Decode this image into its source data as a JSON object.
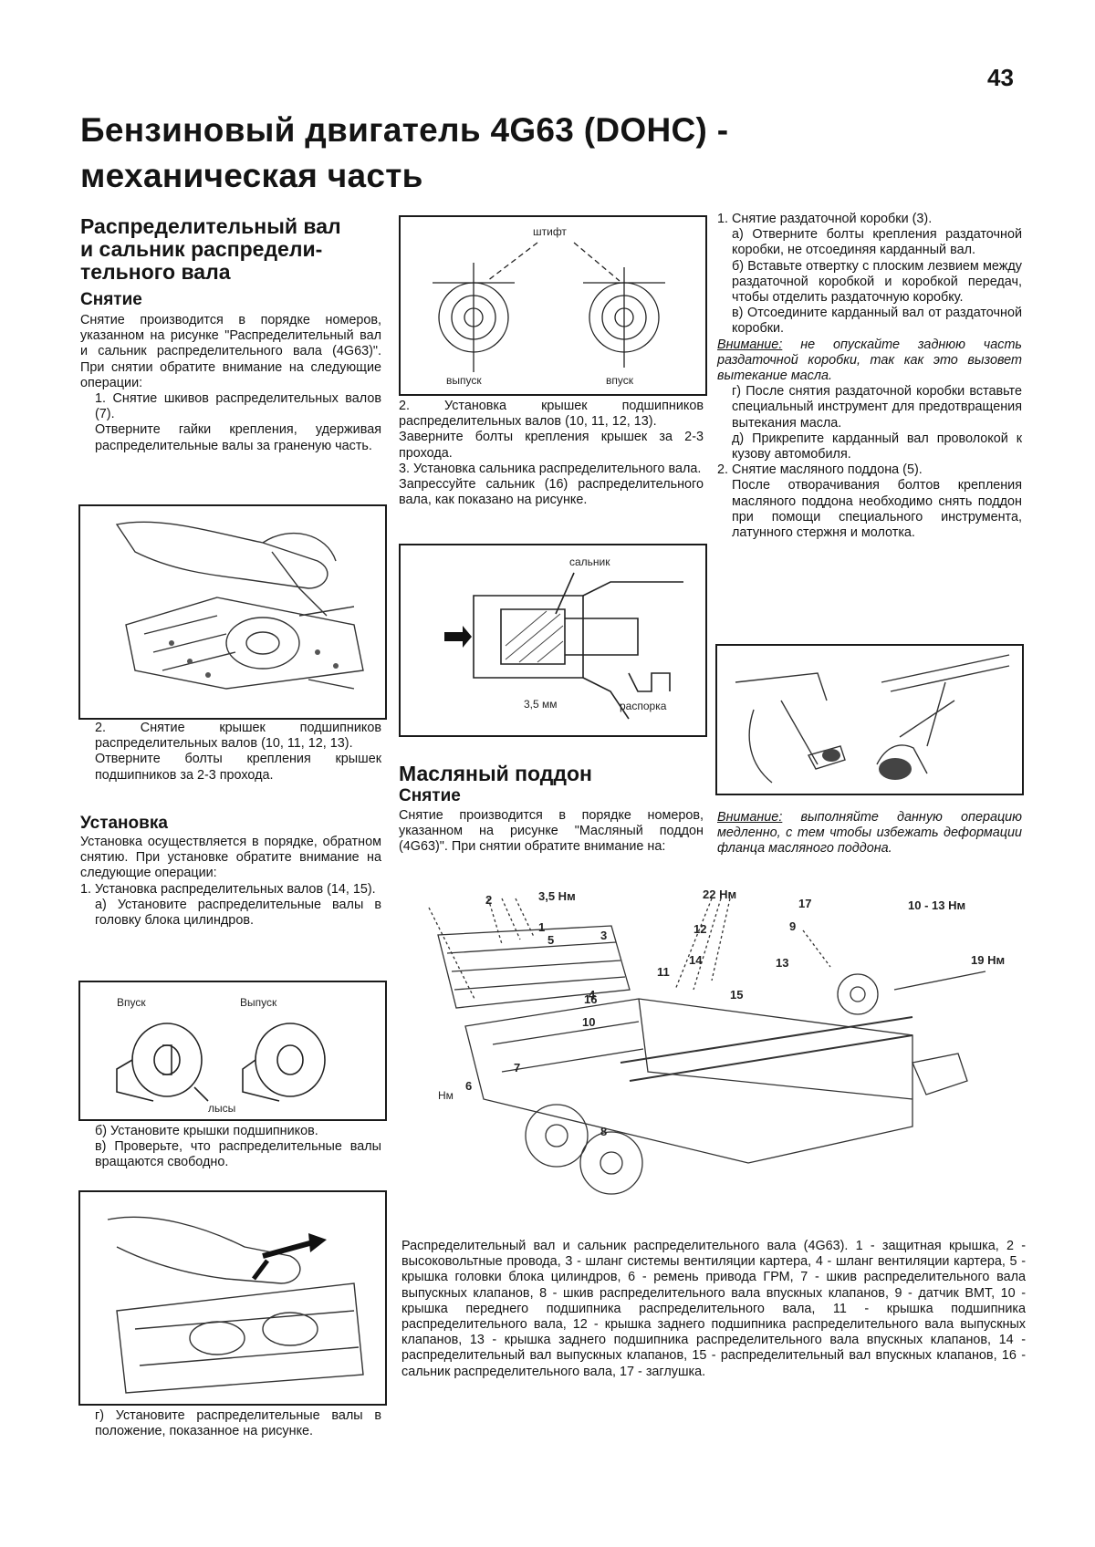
{
  "page_number": "43",
  "title_line1": "Бензиновый двигатель 4G63 (DOHC) -",
  "title_line2": "механическая часть",
  "col1": {
    "heading": [
      "Распределительный вал",
      "и сальник распредели-",
      "тельного вала"
    ],
    "removal_heading": "Снятие",
    "removal_intro": "Снятие производится в порядке номеров, указанном на рисунке \"Распределительный вал и сальник распределительного вала (4G63)\". При снятии обратите внимание на следующие операции:",
    "step1_title": "1. Снятие шкивов распределительных валов (7).",
    "step1_text": "Отверните гайки крепления, удерживая распределительные валы за граненую часть.",
    "step2_title": "2. Снятие крышек подшипников распределительных валов (10, 11, 12, 13).",
    "step2_text": "Отверните болты крепления крышек подшипников за 2-3 прохода.",
    "install_heading": "Установка",
    "install_intro": "Установка осуществляется в порядке, обратном снятию. При установке обратите внимание на следующие операции:",
    "inst1_title": "1. Установка распределительных валов (14, 15).",
    "inst1_a": "а) Установите распределительные валы в головку блока цилиндров.",
    "inst1_b": "б) Установите крышки подшипников.",
    "inst1_v": "в) Проверьте, что распределительные валы вращаются свободно.",
    "inst1_g": "г) Установите распределительные валы в положение, показанное на рисунке."
  },
  "col2": {
    "fig_labels": {
      "pin": "штифт",
      "exhaust": "выпуск",
      "intake": "впуск",
      "seal": "сальник",
      "spacer": "распорка",
      "mm": "3,5 мм"
    },
    "inst2_title": "2. Установка крышек подшипников распределительных валов (10, 11, 12, 13).",
    "inst2_text": "Заверните болты крепления крышек за 2-3 прохода.",
    "inst3_title": "3. Установка сальника распределительного вала.",
    "inst3_text": "Запрессуйте сальник (16) распределительного вала, как показано на рисунке.",
    "oilpan_heading": "Масляный поддон",
    "oilpan_removal": "Снятие",
    "oilpan_intro": "Снятие производится в порядке номеров, указанном на рисунке \"Масляный поддон (4G63)\". При снятии обратите внимание на:"
  },
  "col3": {
    "t1": "1. Снятие раздаточной коробки (3).",
    "t1_a": "а) Отверните болты крепления раздаточной коробки, не отсоединяя карданный вал.",
    "t1_b": "б) Вставьте отвертку с плоским лезвием между раздаточной коробкой и коробкой передач, чтобы отделить раздаточную коробку.",
    "t1_v": "в) Отсоедините карданный вал от раздаточной коробки.",
    "warn1_label": "Внимание:",
    "warn1_text": "не опускайте заднюю часть раздаточной коробки, так как это вызовет вытекание масла.",
    "t1_g": "г) После снятия раздаточной коробки вставьте специальный инструмент для предотвращения вытекания масла.",
    "t1_d": "д) Прикрепите карданный вал проволокой к кузову автомобиля.",
    "t2": "2. Снятие масляного поддона (5).",
    "t2_text": "После отворачивания болтов крепления масляного поддона необходимо снять поддон при помощи специального инструмента, латунного стержня и молотка.",
    "warn2_label": "Внимание:",
    "warn2_text": "выполняйте данную операцию медленно, с тем чтобы избежать деформации фланца масляного поддона."
  },
  "exploded": {
    "labels": [
      "3,5 Нм",
      "22 Нм",
      "10 - 13 Нм",
      "19 Нм",
      "Нм",
      "1",
      "2",
      "3",
      "4",
      "5",
      "6",
      "7",
      "8",
      "9",
      "10",
      "11",
      "12",
      "13",
      "14",
      "15",
      "16",
      "17"
    ]
  },
  "fig_small": {
    "exhaust": "Впуск",
    "intake": "Выпуск",
    "tabs": "лысы"
  },
  "caption": "Распределительный вал и сальник распределительного вала (4G63). 1 - защитная крышка, 2 - высоковольтные провода, 3 - шланг системы вентиляции картера, 4 - шланг вентиляции картера, 5 - крышка головки блока цилиндров, 6 - ремень привода ГРМ, 7 - шкив распределительного вала выпускных клапанов, 8 - шкив распределительного вала впускных клапанов, 9 - датчик ВМТ, 10 - крышка переднего подшипника распределительного вала, 11 - крышка подшипника распределительного вала, 12 - крышка заднего подшипника распределительного вала выпускных клапанов, 13 - крышка заднего подшипника распределительного вала впускных клапанов, 14 - распределительный вал выпускных клапанов, 15 - распределительный вал впускных клапанов, 16 - сальник распределительного вала, 17 - заглушка."
}
